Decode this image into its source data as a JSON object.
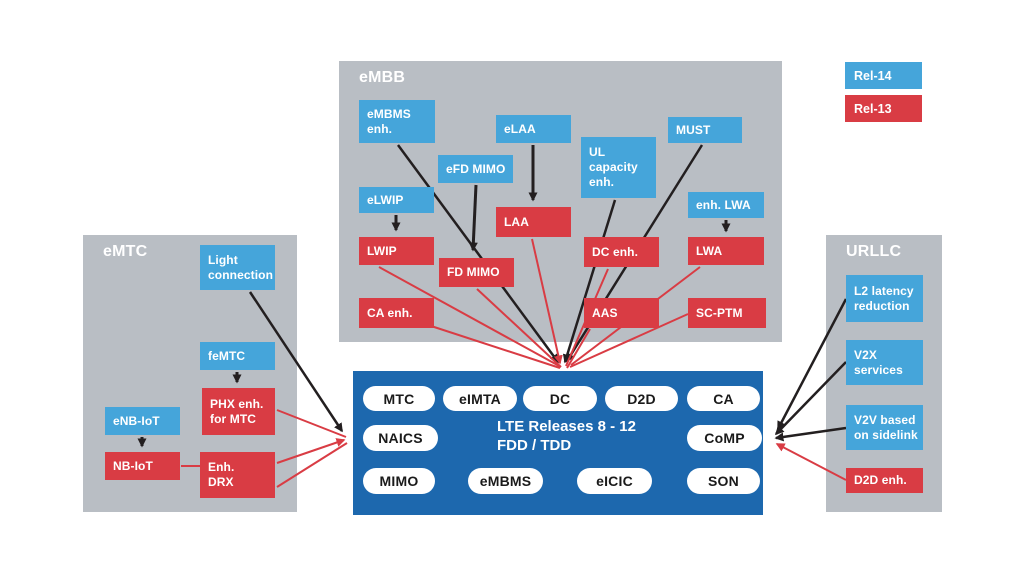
{
  "legend": {
    "rel14": {
      "label": "Rel-14",
      "color": "#45a5da"
    },
    "rel13": {
      "label": "Rel-13",
      "color": "#d93c44"
    }
  },
  "core": {
    "title_line1": "LTE Releases 8 - 12",
    "title_line2": "FDD / TDD",
    "background_color": "#1d68ae",
    "pills": {
      "mtc": "MTC",
      "eimta": "eIMTA",
      "dc": "DC",
      "d2d": "D2D",
      "ca": "CA",
      "naics": "NAICS",
      "comp": "CoMP",
      "mimo": "MIMO",
      "embms": "eMBMS",
      "eicic": "eICIC",
      "son": "SON"
    }
  },
  "groups": {
    "embb": {
      "title": "eMBB",
      "boxes": {
        "embms_enh": {
          "label": "eMBMS\nenh.",
          "rel": "Rel-14"
        },
        "elaa": {
          "label": "eLAA",
          "rel": "Rel-14"
        },
        "must": {
          "label": "MUST",
          "rel": "Rel-14"
        },
        "efd_mimo": {
          "label": "eFD MIMO",
          "rel": "Rel-14"
        },
        "ul_capacity_enh": {
          "label": "UL\ncapacity\nenh.",
          "rel": "Rel-14"
        },
        "elwip": {
          "label": "eLWIP",
          "rel": "Rel-14"
        },
        "enh_lwa": {
          "label": "enh. LWA",
          "rel": "Rel-14"
        },
        "laa": {
          "label": "LAA",
          "rel": "Rel-13"
        },
        "lwip": {
          "label": "LWIP",
          "rel": "Rel-13"
        },
        "dc_enh": {
          "label": "DC enh.",
          "rel": "Rel-13"
        },
        "lwa": {
          "label": "LWA",
          "rel": "Rel-13"
        },
        "fd_mimo": {
          "label": "FD MIMO",
          "rel": "Rel-13"
        },
        "ca_enh": {
          "label": "CA enh.",
          "rel": "Rel-13"
        },
        "aas": {
          "label": "AAS",
          "rel": "Rel-13"
        },
        "sc_ptm": {
          "label": "SC-PTM",
          "rel": "Rel-13"
        }
      }
    },
    "emtc": {
      "title": "eMTC",
      "boxes": {
        "light_connection": {
          "label": "Light\nconnection",
          "rel": "Rel-14"
        },
        "femtc": {
          "label": "feMTC",
          "rel": "Rel-14"
        },
        "phx_enh_for_mtc": {
          "label": "PHX enh.\nfor MTC",
          "rel": "Rel-13"
        },
        "enb_iot": {
          "label": "eNB-IoT",
          "rel": "Rel-14"
        },
        "nb_iot": {
          "label": "NB-IoT",
          "rel": "Rel-13"
        },
        "enh_drx": {
          "label": "Enh.\nDRX",
          "rel": "Rel-13"
        }
      }
    },
    "urllc": {
      "title": "URLLC",
      "boxes": {
        "l2_latency": {
          "label": "L2 latency\nreduction",
          "rel": "Rel-14"
        },
        "v2x_services": {
          "label": "V2X\nservices",
          "rel": "Rel-14"
        },
        "v2v_sidelink": {
          "label": "V2V based\non sidelink",
          "rel": "Rel-14"
        },
        "d2d_enh": {
          "label": "D2D enh.",
          "rel": "Rel-13"
        }
      }
    }
  }
}
